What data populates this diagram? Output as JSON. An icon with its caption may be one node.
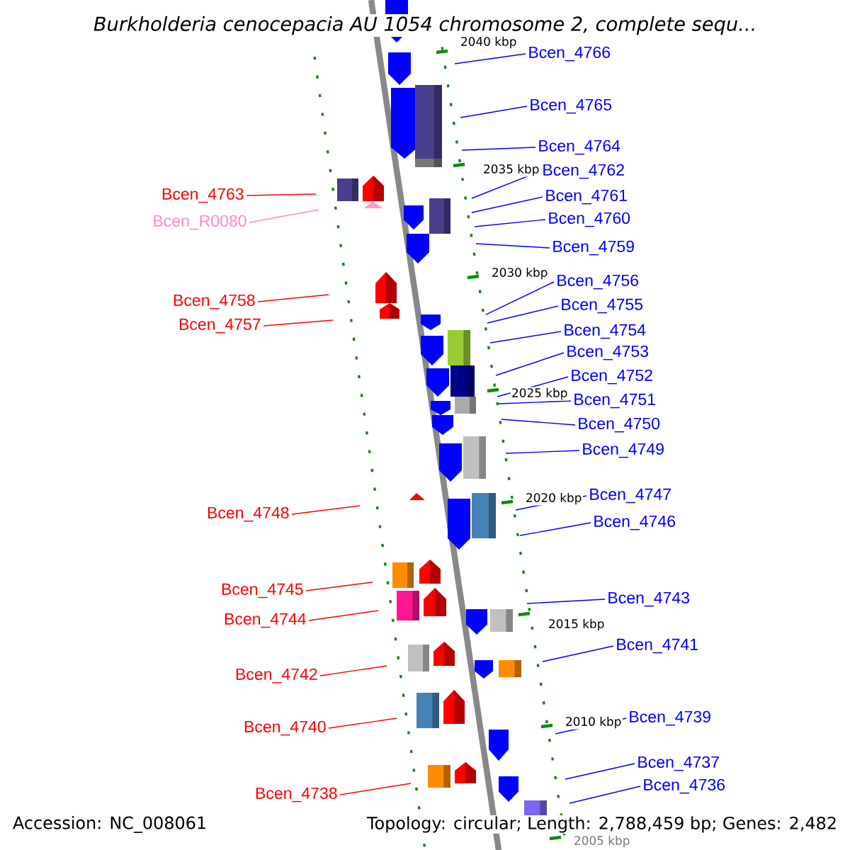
{
  "diagram": {
    "title": "Burkholderia cenocepacia AU 1054 chromosome 2, complete sequ...",
    "nodes": [
      {
        "text": [
          "Bcen_4766"
        ]
      },
      {
        "text": [
          "Bcen_4765"
        ]
      },
      {
        "text": [
          "Bcen_4764"
        ]
      },
      {
        "text": [
          "Bcen_4762"
        ]
      },
      {
        "text": [
          "Bcen_4761"
        ]
      },
      {
        "text": [
          "Bcen_4760"
        ]
      },
      {
        "text": [
          "Bcen_4759"
        ]
      },
      {
        "text": [
          "Bcen_4756"
        ]
      },
      {
        "text": [
          "Bcen_4755"
        ]
      },
      {
        "text": [
          "Bcen_4754"
        ]
      },
      {
        "text": [
          "Bcen_4753"
        ]
      },
      {
        "text": [
          "Bcen_4752"
        ]
      },
      {
        "text": [
          "Bcen_4751"
        ]
      },
      {
        "text": [
          "Bcen_4750"
        ]
      },
      {
        "text": [
          "Bcen_4749"
        ]
      },
      {
        "text": [
          "Bcen_4747"
        ]
      },
      {
        "text": [
          "Bcen_4746"
        ]
      },
      {
        "text": [
          "Bcen_4743"
        ]
      },
      {
        "text": [
          "Bcen_4741"
        ]
      },
      {
        "text": [
          "Bcen_4739"
        ]
      },
      {
        "text": [
          "Bcen_4737"
        ]
      },
      {
        "text": [
          "Bcen_4736"
        ]
      },
      {
        "text": [
          "Bcen_4763"
        ]
      },
      {
        "text": [
          "Bcen_R0080"
        ]
      },
      {
        "text": [
          "Bcen_4758"
        ]
      },
      {
        "text": [
          "Bcen_4757"
        ]
      },
      {
        "text": [
          "Bcen_4748"
        ]
      },
      {
        "text": [
          "Bcen_4745"
        ]
      },
      {
        "text": [
          "Bcen_4744"
        ]
      },
      {
        "text": [
          "Bcen_4742"
        ]
      },
      {
        "text": [
          "Bcen_4740"
        ]
      },
      {
        "text": [
          "Bcen_4738"
        ]
      }
    ],
    "edges": [
      {
        "from": 0,
        "to": null,
        "arrow": "none"
      },
      {
        "from": 1,
        "to": null,
        "arrow": "none"
      },
      {
        "from": 2,
        "to": null,
        "arrow": "none"
      },
      {
        "from": 3,
        "to": null,
        "arrow": "none"
      },
      {
        "from": 4,
        "to": null,
        "arrow": "none"
      },
      {
        "from": 5,
        "to": null,
        "arrow": "none"
      },
      {
        "from": 6,
        "to": null,
        "arrow": "none"
      },
      {
        "from": 7,
        "to": null,
        "arrow": "none"
      },
      {
        "from": 8,
        "to": null,
        "arrow": "none"
      },
      {
        "from": 9,
        "to": null,
        "arrow": "none"
      },
      {
        "from": 10,
        "to": null,
        "arrow": "none"
      },
      {
        "from": 11,
        "to": null,
        "arrow": "none"
      },
      {
        "from": 12,
        "to": null,
        "arrow": "none"
      },
      {
        "from": 13,
        "to": null,
        "arrow": "none"
      },
      {
        "from": 14,
        "to": null,
        "arrow": "none"
      },
      {
        "from": 15,
        "to": null,
        "arrow": "none"
      },
      {
        "from": 16,
        "to": null,
        "arrow": "none"
      },
      {
        "from": 17,
        "to": null,
        "arrow": "none"
      },
      {
        "from": 18,
        "to": null,
        "arrow": "none"
      },
      {
        "from": 19,
        "to": null,
        "arrow": "none"
      },
      {
        "from": 20,
        "to": null,
        "arrow": "none"
      },
      {
        "from": 21,
        "to": null,
        "arrow": "none"
      },
      {
        "from": 22,
        "to": null,
        "arrow": "none",
        "color": "#ff0000"
      },
      {
        "from": 23,
        "to": null,
        "arrow": "none",
        "color": "#ff88cc"
      },
      {
        "from": 24,
        "to": null,
        "arrow": "none",
        "color": "#ff0000"
      },
      {
        "from": 25,
        "to": null,
        "arrow": "none",
        "color": "#ff0000"
      },
      {
        "from": 26,
        "to": null,
        "arrow": "none",
        "color": "#ff0000"
      },
      {
        "from": 27,
        "to": null,
        "arrow": "none",
        "color": "#ff0000"
      },
      {
        "from": 28,
        "to": null,
        "arrow": "none",
        "color": "#ff0000"
      },
      {
        "from": 29,
        "to": null,
        "arrow": "none",
        "color": "#ff0000"
      },
      {
        "from": 30,
        "to": null,
        "arrow": "none",
        "color": "#ff0000"
      },
      {
        "from": 31,
        "to": null,
        "arrow": "none",
        "color": "#ff0000"
      }
    ],
    "labels": [
      "2040 kbp",
      "2035 kbp",
      "2030 kbp",
      "2025 kbp",
      "2020 kbp",
      "2015 kbp",
      "2010 kbp",
      "2005 kbp",
      "Accession: NC_008061",
      "Topology: circular; Length: 2,788,459 bp; Genes: 2,482"
    ]
  }
}
